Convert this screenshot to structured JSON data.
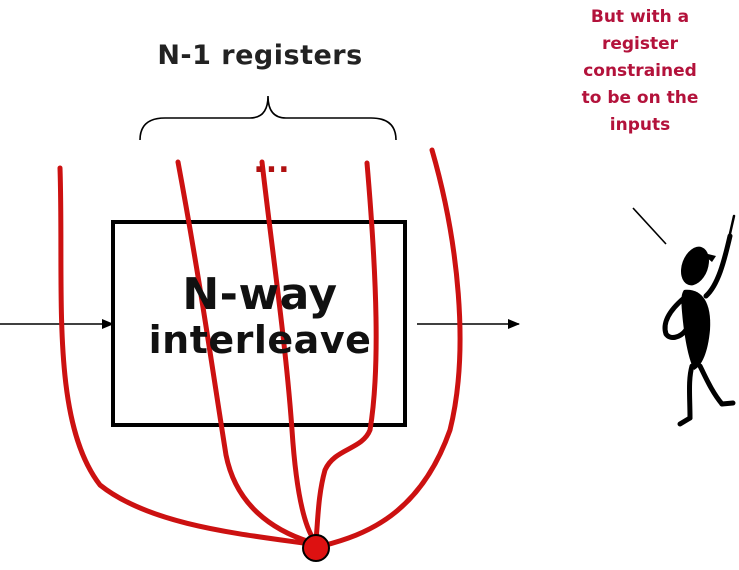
{
  "diagram": {
    "registers_label": "N-1 registers",
    "ellipsis": "...",
    "box_label_line1": "N-way",
    "box_label_line2": "interleave",
    "callout_lines": [
      "But with a",
      "register",
      "constrained",
      "to be on the",
      "inputs"
    ]
  },
  "colors": {
    "wire": "#cc1111",
    "dot": "#dd1111",
    "callout_text": "#b3123b",
    "ellipsis": "#b01010",
    "box_stroke": "#000000",
    "figure": "#000000"
  },
  "icons": {
    "figure": "pointing-stick-figure-icon"
  }
}
